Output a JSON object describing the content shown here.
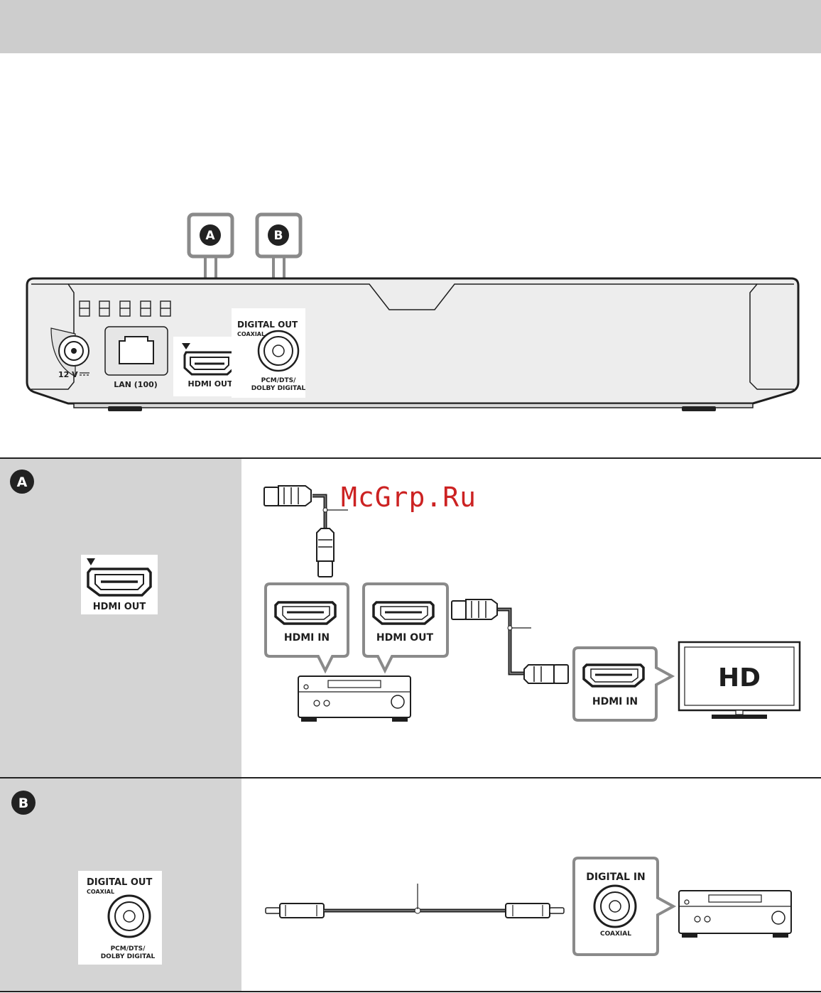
{
  "watermark": "McGrp.Ru",
  "markers": {
    "a": "A",
    "b": "B"
  },
  "player": {
    "dc_label": "12 V",
    "lan_label": "LAN (100)",
    "hdmi_label": "HDMI OUT",
    "digital_out_label": "DIGITAL OUT",
    "coaxial_label": "COAXIAL",
    "pcm_line1": "PCM/DTS/",
    "pcm_line2": "DOLBY DIGITAL"
  },
  "section_a": {
    "hdmi_out_panel_label": "HDMI OUT",
    "amp_hdmi_in_label": "HDMI IN",
    "amp_hdmi_out_label": "HDMI OUT",
    "tv_hdmi_in_label": "HDMI IN",
    "tv_screen_text": "HD"
  },
  "section_b": {
    "digital_out_label": "DIGITAL OUT",
    "coaxial_label": "COAXIAL",
    "pcm_line1": "PCM/DTS/",
    "pcm_line2": "DOLBY DIGITAL",
    "digital_in_label": "DIGITAL IN",
    "digital_in_coaxial_label": "COAXIAL"
  }
}
